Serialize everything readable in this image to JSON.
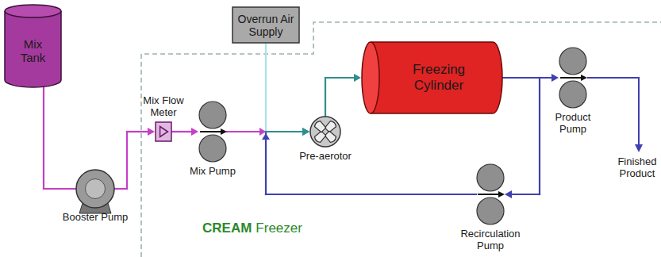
{
  "diagram": {
    "nodes": [
      {
        "text": [
          "Mix Tank"
        ]
      },
      {
        "text": [
          "Booster Pump"
        ]
      },
      {
        "text": [
          "Overrun Air Supply"
        ]
      },
      {
        "text": [
          "CREAM",
          "Freezer"
        ]
      },
      {
        "text": [
          "Mix Flow Meter"
        ],
        "in": 3
      },
      {
        "text": [
          "Mix Pump"
        ],
        "in": 3
      },
      {
        "text": [
          "Pre-aerotor"
        ],
        "in": 3
      },
      {
        "text": [
          "Freezing Cylinder"
        ],
        "in": 3
      },
      {
        "text": [
          "Product Pump"
        ],
        "in": 3
      },
      {
        "text": [
          "Recirculation Pump"
        ],
        "in": 3
      }
    ],
    "edges": [
      {
        "from": 0,
        "to": 1,
        "arrow": "none"
      },
      {
        "from": 1,
        "to": 4,
        "arrow": "to"
      },
      {
        "from": 4,
        "to": 5,
        "arrow": "to"
      },
      {
        "from": 5,
        "to": 6,
        "arrow": "to"
      },
      {
        "from": 2,
        "to": 6,
        "arrow": "to"
      },
      {
        "from": 6,
        "to": 7,
        "arrow": "to"
      },
      {
        "from": 7,
        "to": 8,
        "arrow": "to"
      },
      {
        "from": 7,
        "to": 9,
        "arrow": "to"
      },
      {
        "from": 9,
        "to": 6,
        "arrow": "to"
      }
    ],
    "labels": [
      "Finished Product"
    ]
  }
}
